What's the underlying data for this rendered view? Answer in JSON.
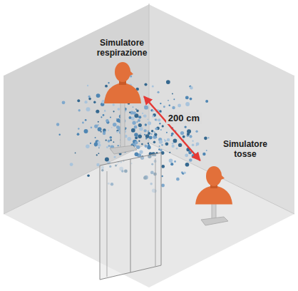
{
  "diagram": {
    "nodes": [
      {
        "text": [
          "Simulatore respirazione"
        ]
      },
      {
        "text": [
          "Simulatore tosse"
        ]
      }
    ],
    "edges": [
      {
        "from": 0,
        "to": 1,
        "arrow": "both",
        "label": "200 cm"
      }
    ]
  }
}
